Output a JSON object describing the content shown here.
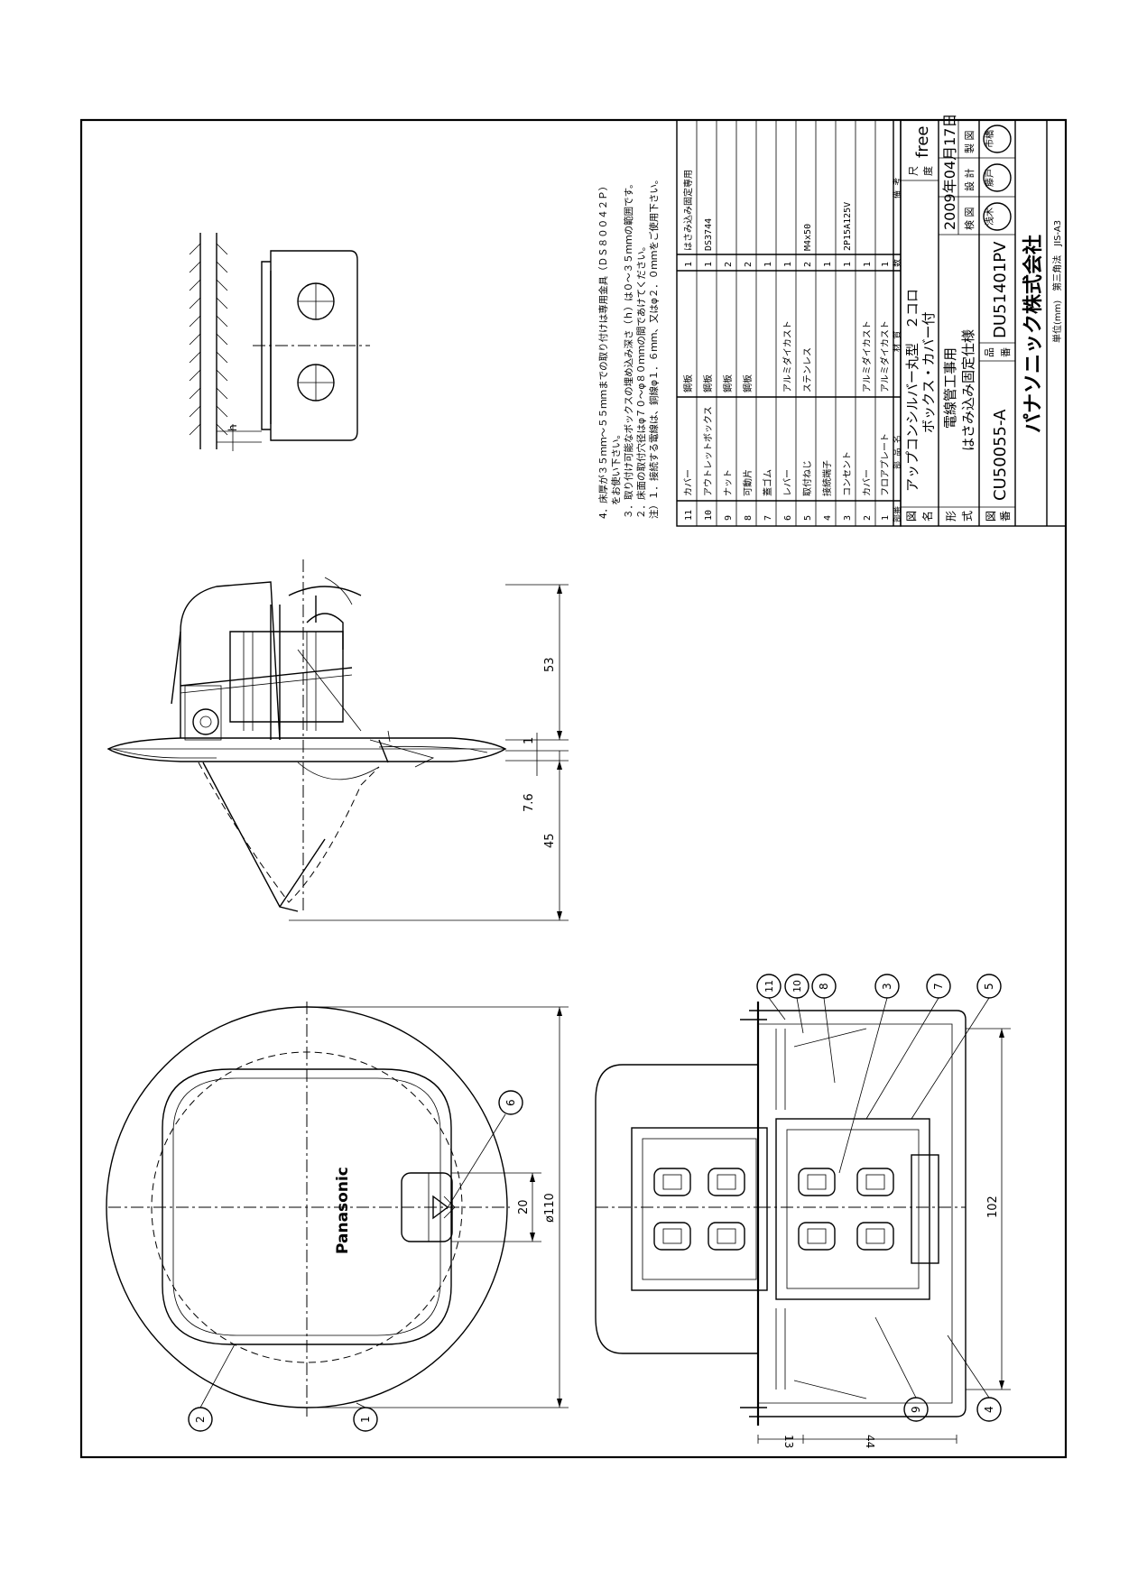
{
  "notes": [
    "4．床厚が３５ｍｍ～５５ｍｍまでの取り付けは専用金具（ＤＳ８００４２Ｐ）",
    "をお使い下さい。",
    "３．取り付け可能なボックスの埋め込み深さ（ｈ）は０～３５ｍｍの範囲です。",
    "２．床面の取付穴径はφ７０～φ８０ｍｍの間であけてください。",
    "注）１．接続する電線は、銅線φ１．６ｍｍ、又はφ２．０ｍｍをご使用下さい。"
  ],
  "parts_table": {
    "headers": [
      "部番",
      "部 品 名",
      "材 質",
      "数",
      "備 考"
    ],
    "rows": [
      {
        "no": "11",
        "name": "カバー",
        "material": "鋼板",
        "qty": "1",
        "remark": "はさみ込み固定専用"
      },
      {
        "no": "10",
        "name": "アウトレットボックス",
        "material": "鋼板",
        "qty": "1",
        "remark": "DS3744"
      },
      {
        "no": "9",
        "name": "ナット",
        "material": "鋼板",
        "qty": "2",
        "remark": ""
      },
      {
        "no": "8",
        "name": "可動片",
        "material": "鋼板",
        "qty": "2",
        "remark": ""
      },
      {
        "no": "7",
        "name": "蓋ゴム",
        "material": "",
        "qty": "1",
        "remark": ""
      },
      {
        "no": "6",
        "name": "レバー",
        "material": "アルミダイカスト",
        "qty": "1",
        "remark": ""
      },
      {
        "no": "5",
        "name": "取付ねじ",
        "material": "ステンレス",
        "qty": "2",
        "remark": "M4x50"
      },
      {
        "no": "4",
        "name": "接続端子",
        "material": "",
        "qty": "1",
        "remark": ""
      },
      {
        "no": "3",
        "name": "コンセント",
        "material": "",
        "qty": "1",
        "remark": "2P15A125V"
      },
      {
        "no": "2",
        "name": "カバー",
        "material": "アルミダイカスト",
        "qty": "1",
        "remark": ""
      },
      {
        "no": "1",
        "name": "フロアプレート",
        "material": "アルミダイカスト",
        "qty": "1",
        "remark": ""
      }
    ]
  },
  "title_block": {
    "name_label_1": "図",
    "name_label_2": "名",
    "name_line_1": "アップコンシルバー丸型　２コロ",
    "name_line_2": "ボックス・カバー付",
    "type_label_1": "形",
    "type_label_2": "式",
    "type_line_1": "電線管工事用",
    "type_line_2": "はさみ込み固定仕様",
    "scale_label_1": "尺",
    "scale_label_2": "度",
    "scale_value": "free",
    "date": "2009年04月17日",
    "approved_label": "検 図",
    "design_label": "設 計",
    "drawn_label": "製 図",
    "stamp_1": "浅木",
    "stamp_2": "藤戸",
    "stamp_3": "市橋",
    "drawing_no_label_1": "図",
    "drawing_no_label_2": "番",
    "drawing_no": "CU50055-A",
    "part_no_label_1": "品",
    "part_no_label_2": "番",
    "part_no": "DU51401PV",
    "company": "パナソニック株式会社",
    "footer": "単位(mm)　第三角法　JIS-A3"
  },
  "dimensions": {
    "d53": "53",
    "d1": "1",
    "d7_6": "7.6",
    "d45": "45",
    "d20": "20",
    "d110": "ø110",
    "d102": "102",
    "d13": "13",
    "d44": "44",
    "dh": "h"
  },
  "brand": "Panasonic",
  "balloons": [
    "1",
    "2",
    "3",
    "4",
    "5",
    "6",
    "7",
    "8",
    "9",
    "10",
    "11"
  ]
}
